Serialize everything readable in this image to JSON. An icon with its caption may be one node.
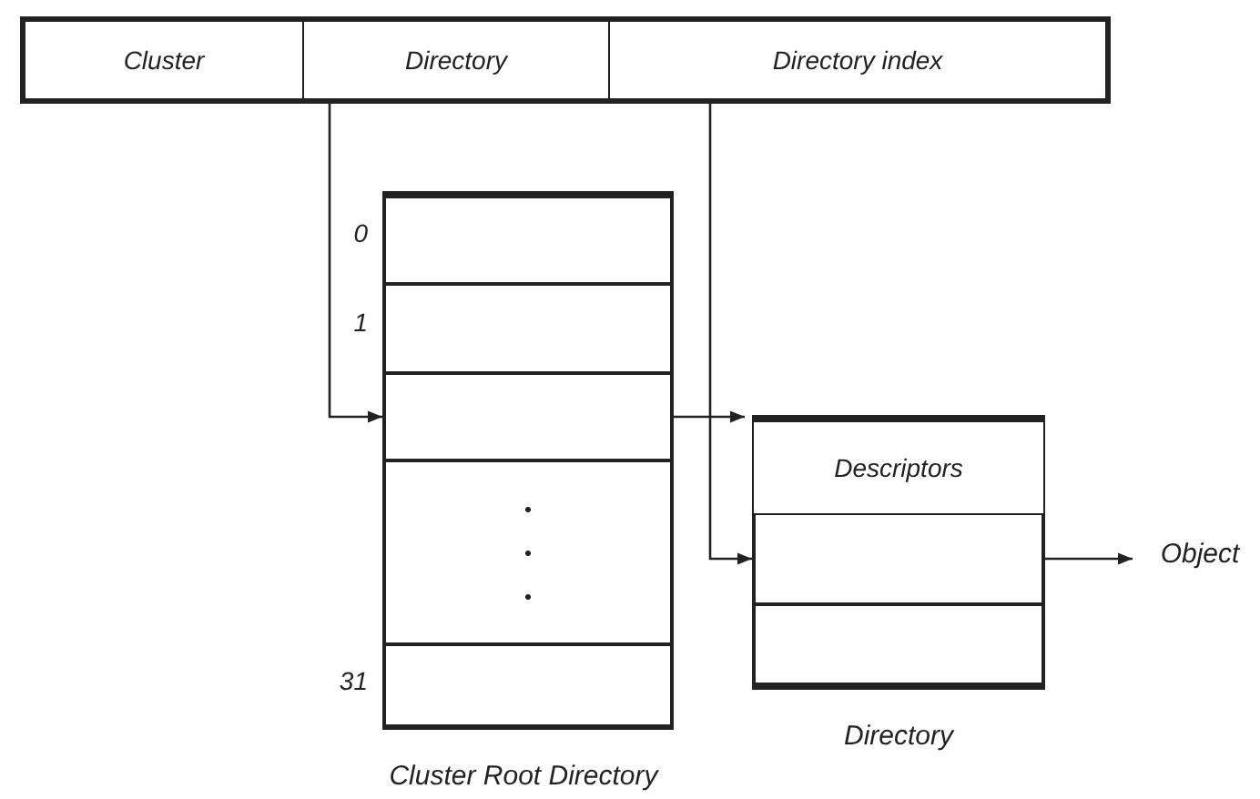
{
  "diagram": {
    "nodes": [
      {
        "text": [
          "Cluster"
        ]
      },
      {
        "text": [
          "Directory"
        ]
      },
      {
        "text": [
          "Directory index"
        ]
      },
      {
        "text": [
          "Cluster Root Directory"
        ]
      },
      {
        "text": [],
        "shape": "box",
        "in": 3,
        "beside": [
          "0"
        ]
      },
      {
        "text": [],
        "shape": "box",
        "in": 3,
        "beside": [
          "1"
        ]
      },
      {
        "text": [],
        "shape": "box",
        "in": 3
      },
      {
        "text": [],
        "shape": "box",
        "in": 3
      },
      {
        "text": [],
        "shape": "box",
        "in": 3,
        "beside": [
          "31"
        ]
      },
      {
        "text": [
          "Directory"
        ]
      },
      {
        "text": [
          "Descriptors"
        ],
        "in": 9
      },
      {
        "text": [],
        "shape": "box",
        "in": 9
      },
      {
        "text": [],
        "shape": "box",
        "in": 9
      },
      {
        "text": [
          "Object"
        ]
      }
    ],
    "edges": [
      {
        "from": 1,
        "to": 6,
        "arrow": "to"
      },
      {
        "from": 2,
        "to": 11,
        "arrow": "to"
      },
      {
        "from": 6,
        "to": 9,
        "arrow": "to"
      },
      {
        "from": 11,
        "to": 13,
        "arrow": "to"
      }
    ]
  }
}
